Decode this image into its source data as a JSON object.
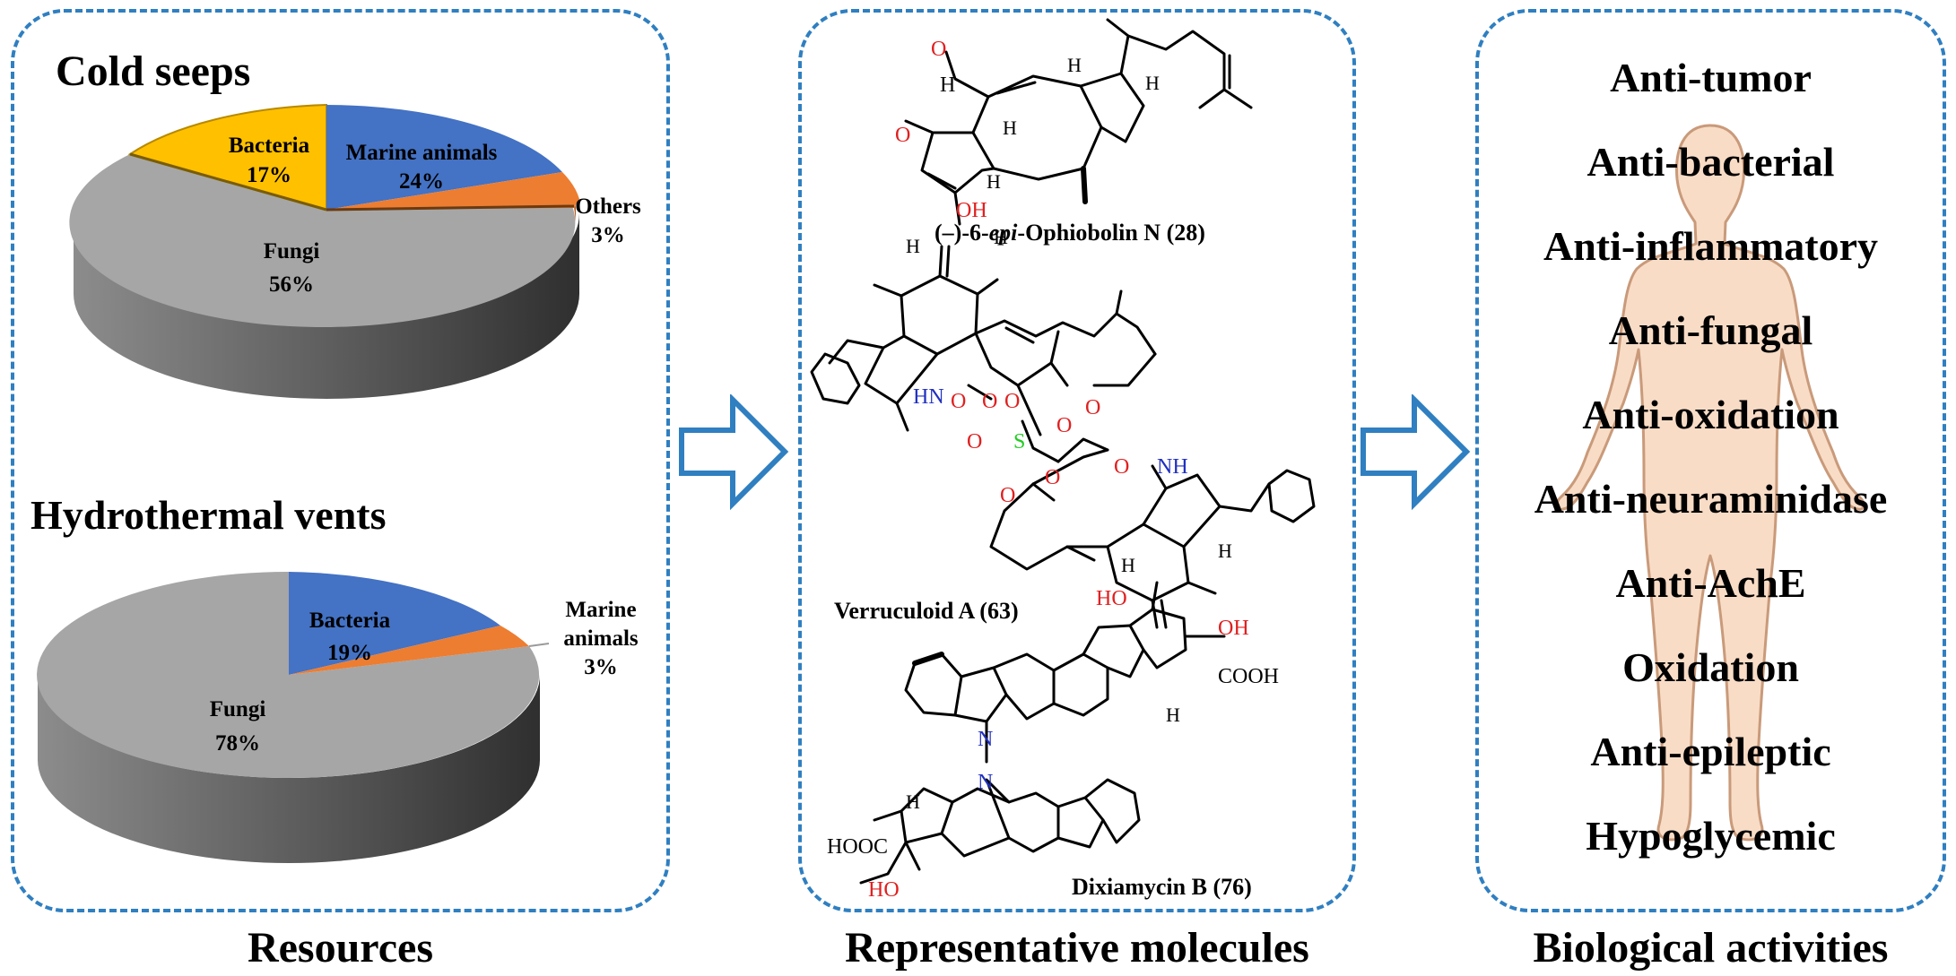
{
  "resources": {
    "caption": "Resources",
    "cold_seeps": {
      "title": "Cold seeps",
      "slices": [
        {
          "name": "Marine animals",
          "value": "24%"
        },
        {
          "name": "Others",
          "value": "3%"
        },
        {
          "name": "Fungi",
          "value": "56%"
        },
        {
          "name": "Bacteria",
          "value": "17%"
        }
      ]
    },
    "hydrothermal_vents": {
      "title": "Hydrothermal vents",
      "slices": [
        {
          "name": "Bacteria",
          "value": "19%"
        },
        {
          "name_line1": "Marine",
          "name_line2": "animals",
          "value": "3%"
        },
        {
          "name": "Fungi",
          "value": "78%"
        }
      ]
    }
  },
  "molecules": {
    "caption": "Representative molecules",
    "m1": {
      "prefix": "(–)-6-",
      "italic": "epi",
      "suffix": "-Ophiobolin N (28)"
    },
    "m2": {
      "label": "Verruculoid A (63)"
    },
    "m3": {
      "label": "Dixiamycin B (76)"
    },
    "atoms": {
      "O": "O",
      "OH": "OH",
      "HO": "HO",
      "H": "H",
      "HN": "HN",
      "NH": "NH",
      "N": "N",
      "S": "S",
      "COOH": "COOH",
      "HOOC": "HOOC"
    }
  },
  "activities": {
    "caption": "Biological activities",
    "items": [
      "Anti-tumor",
      "Anti-bacterial",
      "Anti-inflammatory",
      "Anti-fungal",
      "Anti-oxidation",
      "Anti-neuraminidase",
      "Anti-AchE",
      "Oxidation",
      "Anti-epileptic",
      "Hypoglycemic"
    ]
  },
  "colors": {
    "border": "#2f7fc1",
    "fungi": "#a6a6a6",
    "marine": "#4472c4",
    "bacteria": "#ffc000",
    "others": "#ed7d31",
    "body": "#f8dcc6",
    "oxygen": "#e02020",
    "nitrogen": "#2030c0",
    "sulfur": "#22cc22"
  }
}
